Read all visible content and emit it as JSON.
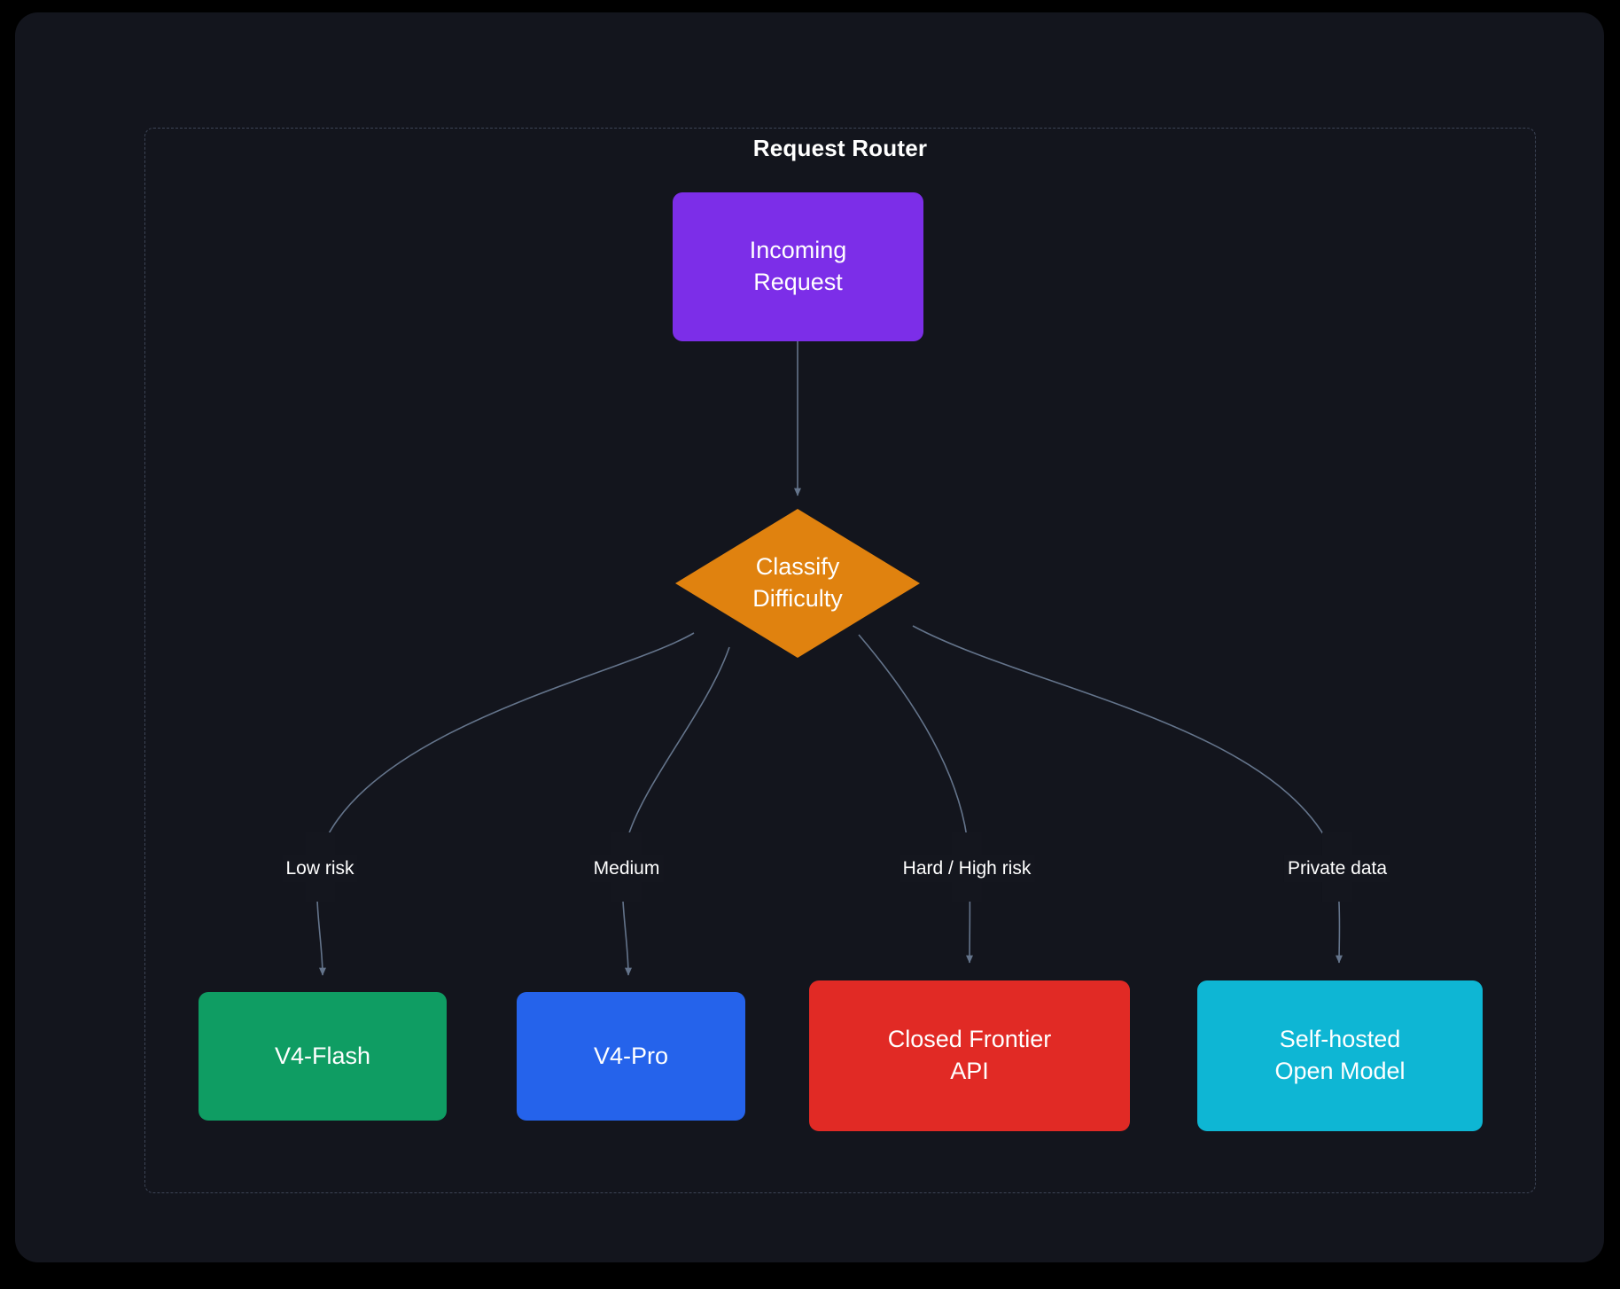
{
  "diagram": {
    "title": "Request Router",
    "type": "flowchart",
    "direction": "top-down",
    "background_color": "#13151d",
    "canvas_color": "#000000",
    "subgraph_border_color": "#3c4455",
    "edge_color": "#64748b",
    "nodes": [
      {
        "id": "incoming",
        "label": "Incoming\nRequest",
        "shape": "rounded-rect",
        "color": "#7c2ee8"
      },
      {
        "id": "classify",
        "label": "Classify\nDifficulty",
        "shape": "diamond",
        "color": "#e0820f"
      },
      {
        "id": "flash",
        "label": "V4-Flash",
        "shape": "rounded-rect",
        "color": "#0f9d63"
      },
      {
        "id": "pro",
        "label": "V4-Pro",
        "shape": "rounded-rect",
        "color": "#2563eb"
      },
      {
        "id": "closed",
        "label": "Closed Frontier\nAPI",
        "shape": "rounded-rect",
        "color": "#e12a25"
      },
      {
        "id": "self",
        "label": "Self-hosted\nOpen Model",
        "shape": "rounded-rect",
        "color": "#0eb6d4"
      }
    ],
    "edges": [
      {
        "from": "incoming",
        "to": "classify",
        "label": ""
      },
      {
        "from": "classify",
        "to": "flash",
        "label": "Low risk"
      },
      {
        "from": "classify",
        "to": "pro",
        "label": "Medium"
      },
      {
        "from": "classify",
        "to": "closed",
        "label": "Hard / High risk"
      },
      {
        "from": "classify",
        "to": "self",
        "label": "Private data"
      }
    ]
  }
}
